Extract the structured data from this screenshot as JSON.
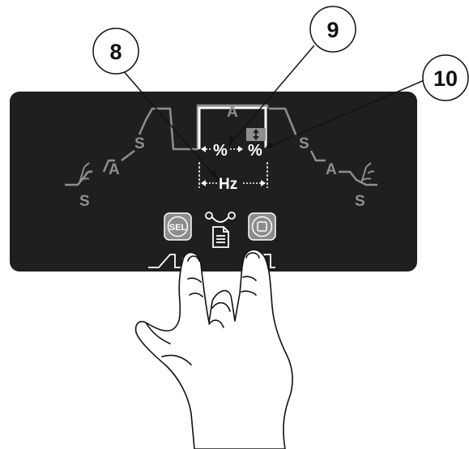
{
  "callouts": [
    {
      "label": "8"
    },
    {
      "label": "9"
    },
    {
      "label": "10"
    }
  ],
  "panel": {
    "phase_left_lower": "S",
    "phase_left_current": "A",
    "phase_left_upper": "S",
    "phase_peak_current": "A",
    "phase_right_upper": "S",
    "phase_right_current": "A",
    "phase_right_lower": "S",
    "percent_left": "%",
    "percent_right": "%",
    "frequency": "Hz"
  },
  "buttons": {
    "sel_label": "SEL"
  },
  "colors": {
    "panel_bg": "#1f1f1f",
    "active_white": "#ffffff",
    "inactive_grey": "#8f8f8f",
    "button_grey": "#8c8c8c",
    "callout_stroke": "#111111"
  },
  "icons": {
    "gas_left": "torch-gas-icon",
    "gas_right": "torch-gas-icon",
    "link": "link-circles-icon",
    "document": "document-icon",
    "stop": "square-button-icon",
    "updown": "up-down-arrow-icon",
    "hand": "two-finger-hand-icon"
  }
}
